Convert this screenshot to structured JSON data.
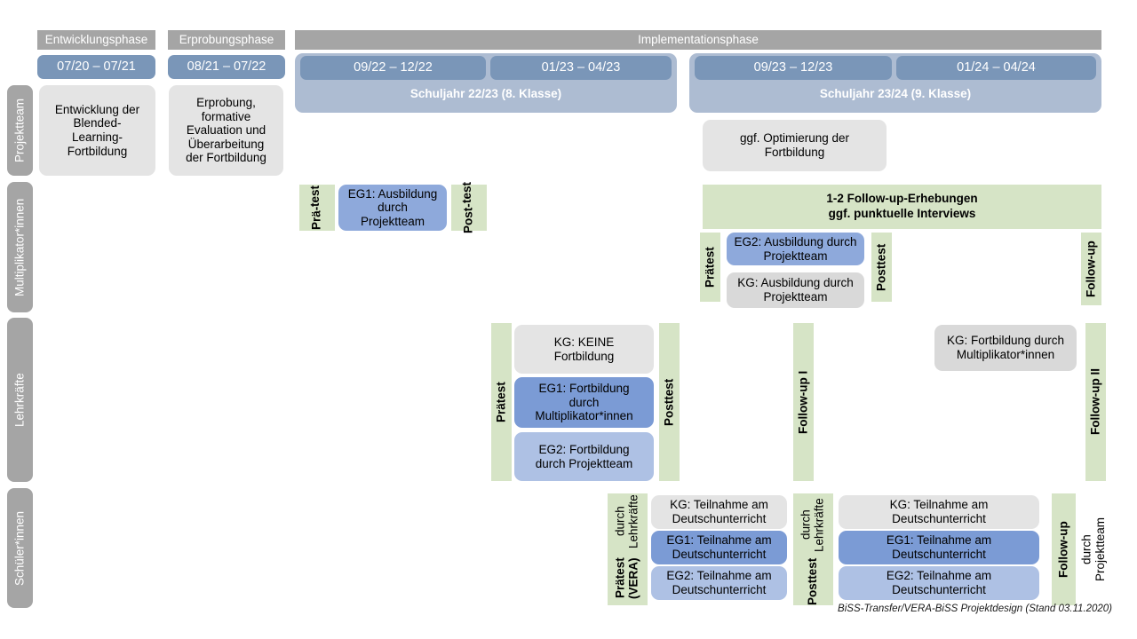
{
  "document": {
    "title": "BiSS-Transfer/VERA-BiSS Projektdesign",
    "footer": "BiSS-Transfer/VERA-BiSS Projektdesign (Stand 03.11.2020)"
  },
  "phases": [
    {
      "label": "Entwicklungsphase"
    },
    {
      "label": "Erprobungsphase"
    },
    {
      "label": "Implementationsphase"
    }
  ],
  "periods": [
    {
      "label": "07/20 – 07/21"
    },
    {
      "label": "08/21 – 07/22"
    },
    {
      "label": "09/22 – 12/22"
    },
    {
      "label": "01/23 – 04/23"
    },
    {
      "label": "09/23 – 12/23"
    },
    {
      "label": "01/24 – 04/24"
    }
  ],
  "school_years": [
    {
      "label": "Schuljahr 22/23 (8. Klasse)"
    },
    {
      "label": "Schuljahr 23/24 (9. Klasse)"
    }
  ],
  "rows": [
    {
      "label": "Projektteam"
    },
    {
      "label": "Multiplikator*innen"
    },
    {
      "label": "Lehrkräfte"
    },
    {
      "label": "Schüler*innen"
    }
  ],
  "projektteam": {
    "entwicklung": "Entwicklung der\nBlended-\nLearning-\nFortbildung",
    "erprobung": "Erprobung,\nformative\nEvaluation und\nÜberarbeitung\nder Fortbildung",
    "optimierung": "ggf. Optimierung der\nFortbildung"
  },
  "multiplikatoren": {
    "praetest_a_line1": "Prä-",
    "praetest_a_line2": "test",
    "eg1": "EG1: Ausbildung\ndurch\nProjektteam",
    "posttest_a_line1": "Post-",
    "posttest_a_line2": "test",
    "followup_banner": "1-2 Follow-up-Erhebungen\nggf. punktuelle Interviews",
    "praetest_b": "Prätest",
    "eg2": "EG2: Ausbildung durch\nProjektteam",
    "kg": "KG: Ausbildung durch\nProjektteam",
    "posttest_b": "Posttest",
    "followup": "Follow-up"
  },
  "lehrkraefte": {
    "praetest": "Prätest",
    "kg_keine": "KG:  KEINE\nFortbildung",
    "eg1": "EG1: Fortbildung\ndurch\nMultiplikator*innen",
    "eg2": "EG2: Fortbildung\ndurch Projektteam",
    "posttest": "Posttest",
    "followup_1": "Follow-up I",
    "kg_fortbildung": "KG: Fortbildung durch\nMultiplikator*innen",
    "followup_2": "Follow-up II"
  },
  "schueler": {
    "praetest_bold": "Prätest (VERA)",
    "praetest_reg": "durch Lehrkräfte",
    "left_kg": "KG: Teilnahme am\nDeutschunterricht",
    "left_eg1": "EG1: Teilnahme am\nDeutschunterricht",
    "left_eg2": "EG2: Teilnahme am\nDeutschunterricht",
    "posttest_bold": "Posttest",
    "posttest_reg": "durch Lehrkräfte",
    "right_kg": "KG: Teilnahme am\nDeutschunterricht",
    "right_eg1": "EG1: Teilnahme am\nDeutschunterricht",
    "right_eg2": "EG2: Teilnahme am\nDeutschunterricht",
    "followup_bold": "Follow-up",
    "followup_reg": "durch\nProjektteam"
  },
  "colors": {
    "grey_header": "#a5a5a5",
    "date_chip": "#7a96b8",
    "year_wrap": "#adbcd2",
    "box_grey": "#e4e4e4",
    "box_grey_alt": "#d9d9d9",
    "blue_mid": "#8ea9db",
    "blue_dark": "#7b9bd5",
    "blue_light": "#aec1e4",
    "green": "#d6e4c6"
  }
}
